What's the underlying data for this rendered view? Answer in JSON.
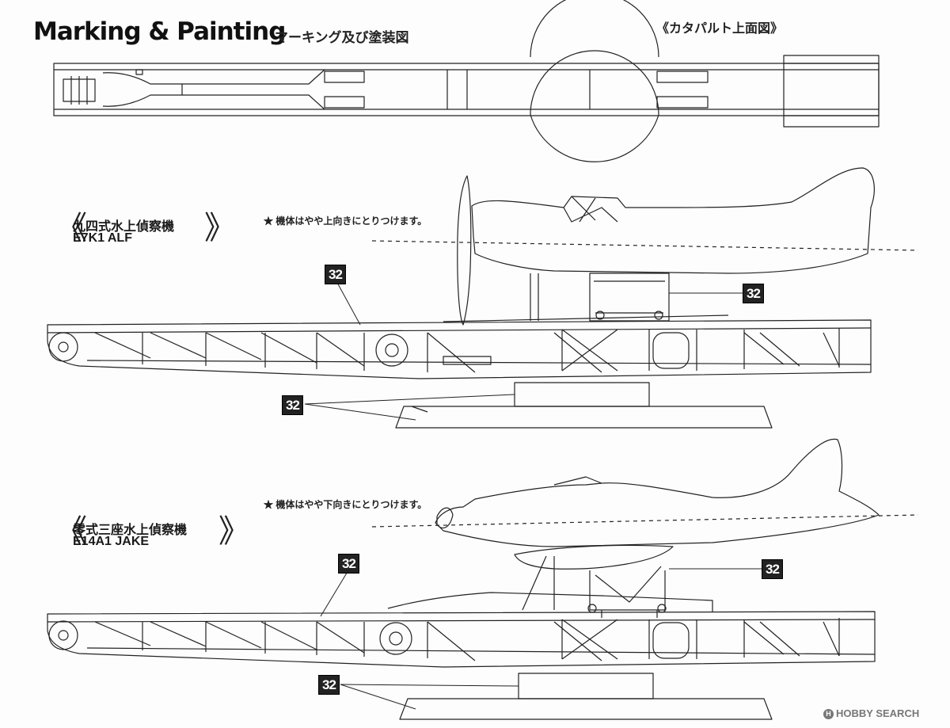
{
  "header": {
    "title": "Marking & Painting",
    "subtitle": "マーキング及び塗装図",
    "catapult_top_view": "《カタパルト上面図》"
  },
  "sections": [
    {
      "jp_name": "九四式水上偵察機",
      "en_name": "E7K1 ALF",
      "note": "★ 機体はやや上向きにとりつけます。",
      "part_number": "32"
    },
    {
      "jp_name": "零式三座水上偵察機",
      "en_name": "E14A1 JAKE",
      "note": "★ 機体はやや下向きにとりつけます。",
      "part_number": "32"
    }
  ],
  "brackets": {
    "open": "《",
    "close": "》"
  },
  "watermark": {
    "logo": "H",
    "text": "HOBBY SEARCH"
  }
}
